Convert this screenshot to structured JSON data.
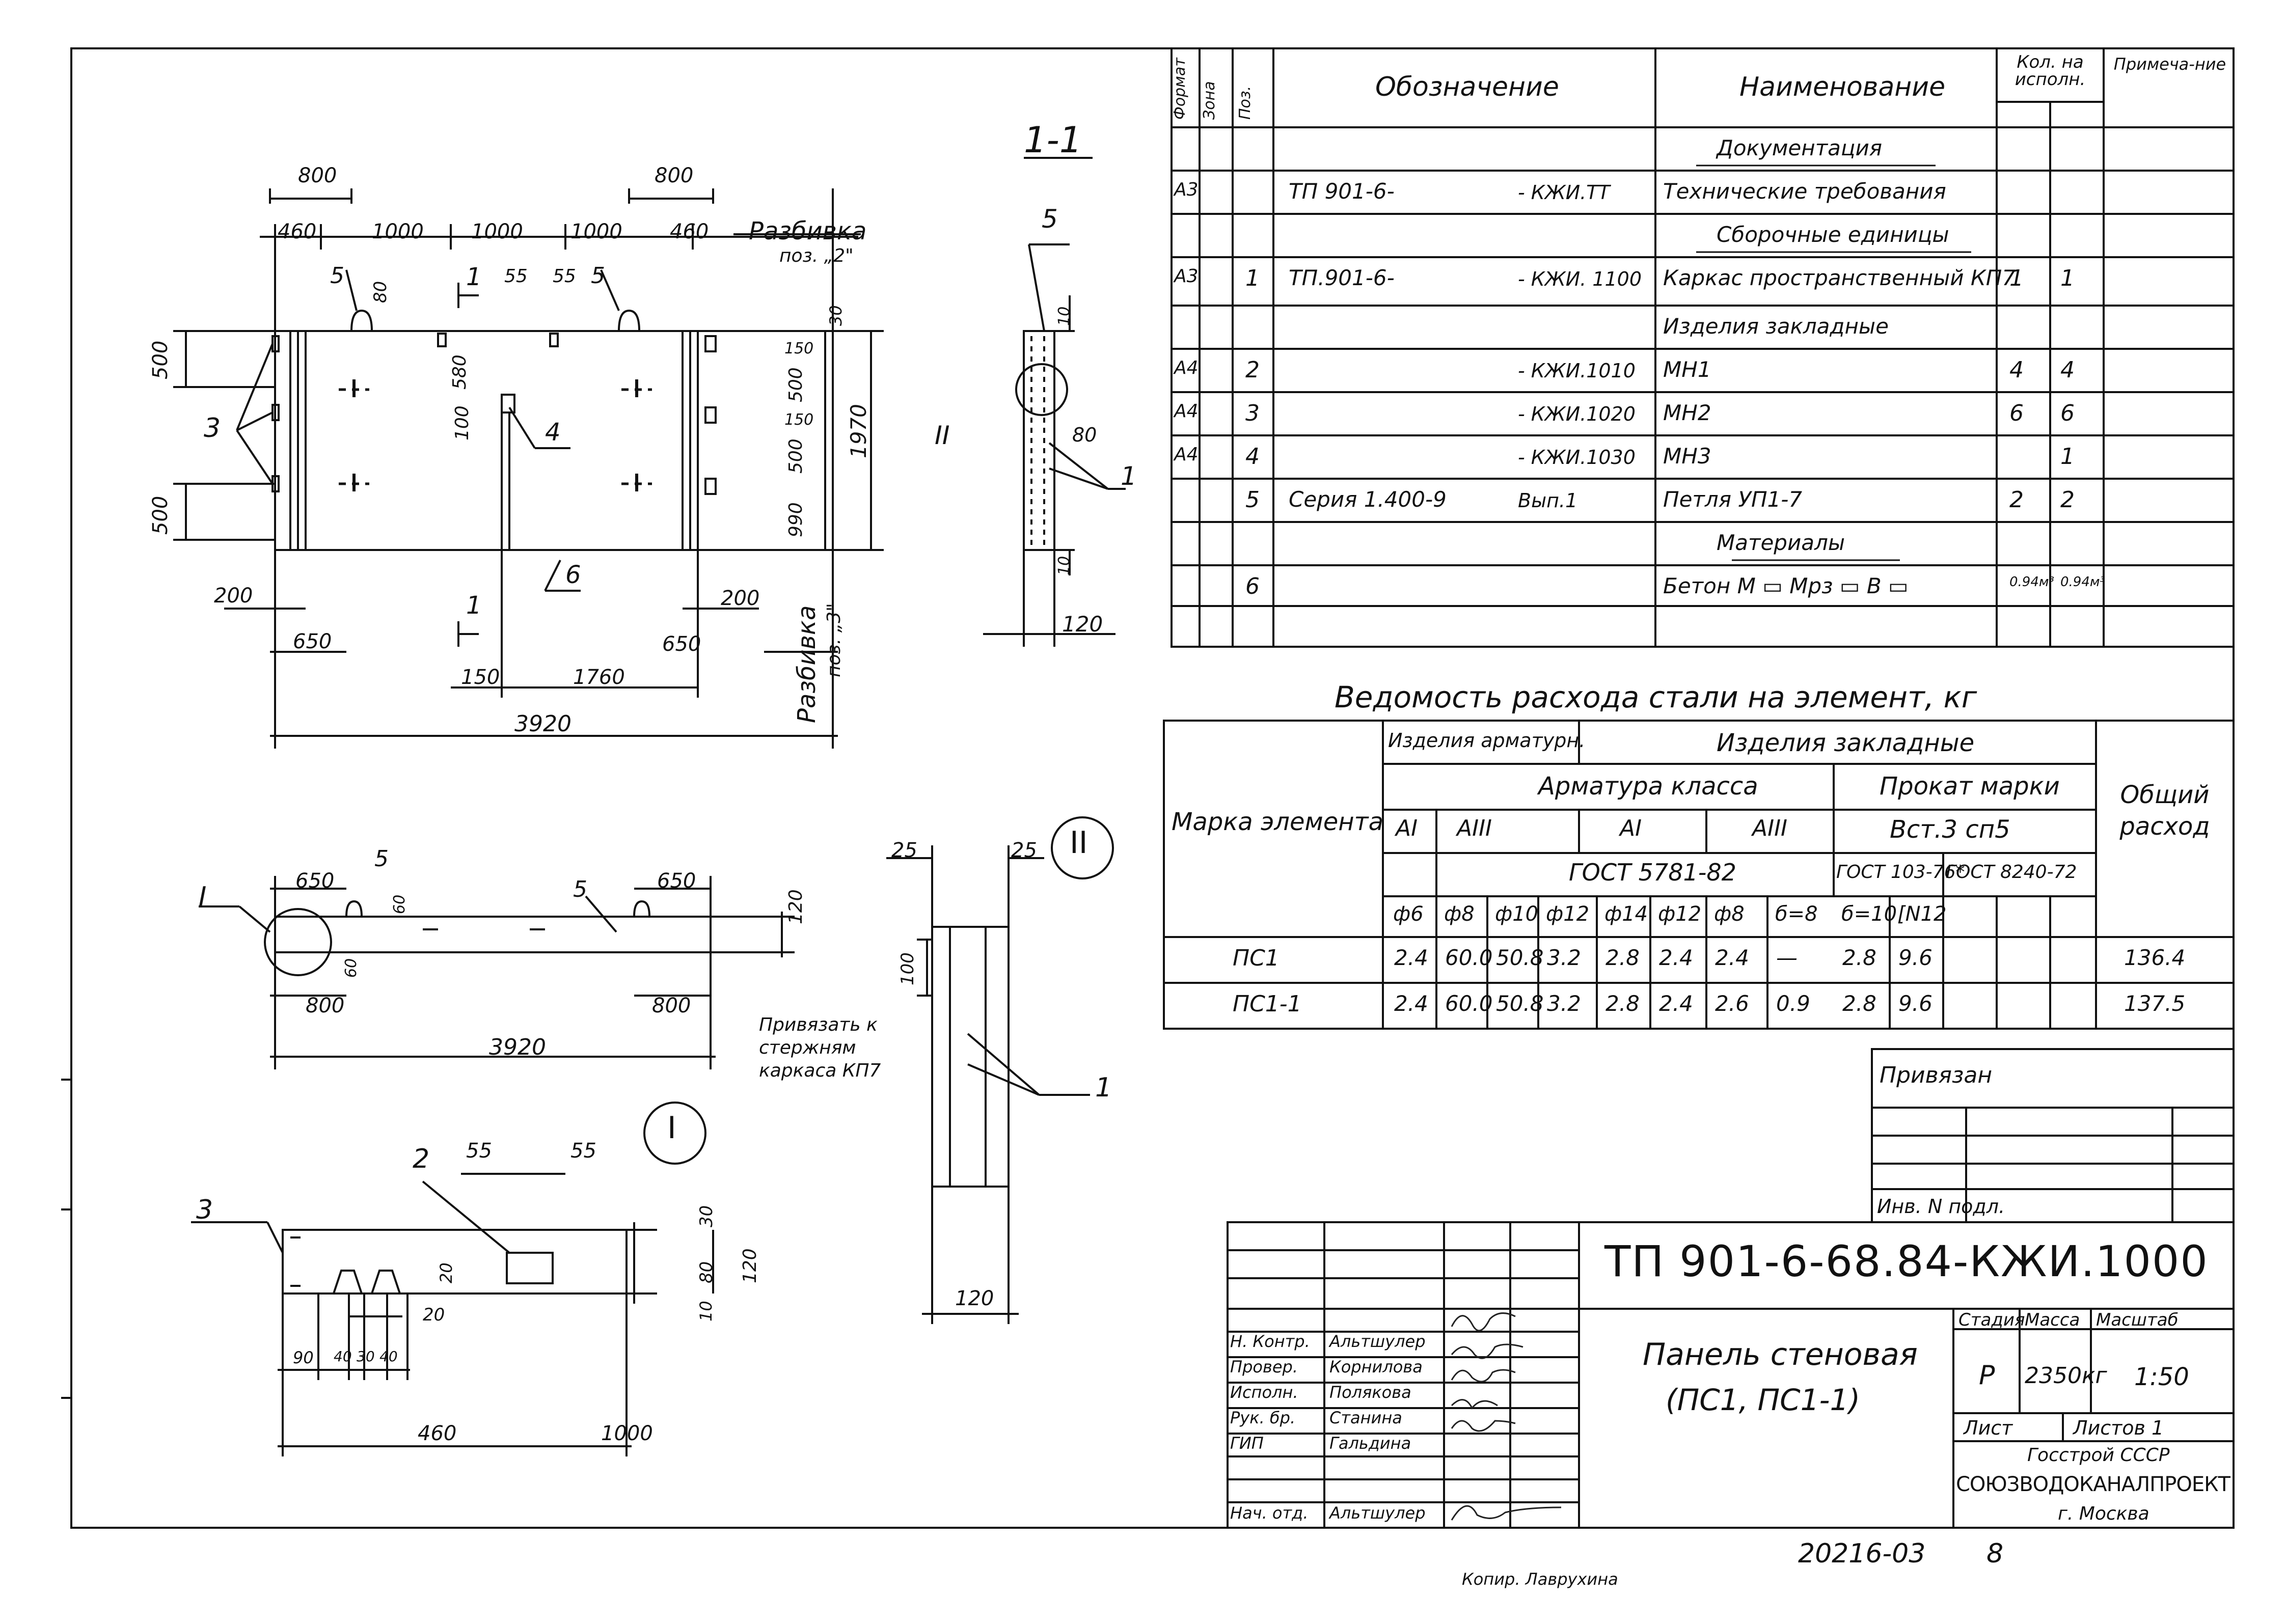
{
  "spec": {
    "headers": {
      "format": "Формат",
      "zone": "Зона",
      "pos": "Поз.",
      "designation": "Обозначение",
      "name": "Наименование",
      "qty": "Кол. на исполн.",
      "note": "Примеча-ние"
    },
    "rows": [
      {
        "format": "",
        "pos": "",
        "designation": "",
        "designation_suffix": "",
        "name": "Документация",
        "q1": "",
        "q2": "",
        "section": true
      },
      {
        "format": "А3",
        "pos": "",
        "designation": "ТП 901-6-",
        "designation_suffix": "- КЖИ.ТТ",
        "name": "Технические требования",
        "q1": "",
        "q2": "",
        "section": false
      },
      {
        "format": "",
        "pos": "",
        "designation": "",
        "designation_suffix": "",
        "name": "Сборочные единицы",
        "q1": "",
        "q2": "",
        "section": true
      },
      {
        "format": "А3",
        "pos": "1",
        "designation": "ТП.901-6-",
        "designation_suffix": "- КЖИ. 1100",
        "name": "Каркас пространственный КП7",
        "q1": "1",
        "q2": "1",
        "section": false
      },
      {
        "format": "",
        "pos": "",
        "designation": "",
        "designation_suffix": "",
        "name": "Изделия закладные",
        "q1": "",
        "q2": "",
        "section": false
      },
      {
        "format": "А4",
        "pos": "2",
        "designation": "",
        "designation_suffix": "- КЖИ.1010",
        "name": "МН1",
        "q1": "4",
        "q2": "4",
        "section": false
      },
      {
        "format": "А4",
        "pos": "3",
        "designation": "",
        "designation_suffix": "- КЖИ.1020",
        "name": "МН2",
        "q1": "6",
        "q2": "6",
        "section": false
      },
      {
        "format": "А4",
        "pos": "4",
        "designation": "",
        "designation_suffix": "- КЖИ.1030",
        "name": "МН3",
        "q1": "",
        "q2": "1",
        "section": false
      },
      {
        "format": "",
        "pos": "5",
        "designation": "Серия 1.400-9",
        "designation_suffix": "Вып.1",
        "name": "Петля УП1-7",
        "q1": "2",
        "q2": "2",
        "section": false
      },
      {
        "format": "",
        "pos": "",
        "designation": "",
        "designation_suffix": "",
        "name": "Материалы",
        "q1": "",
        "q2": "",
        "section": true
      },
      {
        "format": "",
        "pos": "6",
        "designation": "",
        "designation_suffix": "",
        "name": "Бетон М ▭ Мрз ▭ В ▭",
        "q1": "0.94м³",
        "q2": "0.94м³",
        "section": false
      }
    ]
  },
  "steel": {
    "title": "Ведомость расхода стали на элемент, кг",
    "mark_header": "Марка элемента",
    "group1": "Изделия арматурн.",
    "group2": "Изделия закладные",
    "total_header": "Общий расход",
    "armatura_class": "Арматура класса",
    "prokat": "Прокат марки",
    "prokat_mark": "Вст.3 сп5",
    "classes": [
      "АI",
      "АIII",
      "АI",
      "АIII"
    ],
    "gost1": "ГОСТ 5781-82",
    "gost2": "ГОСТ 103-76*",
    "gost3": "ГОСТ 8240-72",
    "diams": [
      "ф6",
      "ф8",
      "ф10",
      "ф12",
      "ф14",
      "ф12",
      "ф8",
      "б=8",
      "б=10",
      "[N12",
      ""
    ],
    "rows": [
      {
        "mark": "ПС1",
        "vals": [
          "2.4",
          "60.0",
          "50.8",
          "3.2",
          "2.8",
          "2.4",
          "2.4",
          "—",
          "2.8",
          "9.6",
          ""
        ],
        "total": "136.4"
      },
      {
        "mark": "ПС1-1",
        "vals": [
          "2.4",
          "60.0",
          "50.8",
          "3.2",
          "2.8",
          "2.4",
          "2.6",
          "0.9",
          "2.8",
          "9.6",
          ""
        ],
        "total": "137.5"
      }
    ]
  },
  "privyazan": {
    "label": "Привязан",
    "inv": "Инв. N подл."
  },
  "stamp": {
    "code": "ТП 901-6-68.84-КЖИ.1000",
    "title_line1": "Панель стеновая",
    "title_line2": "(ПС1, ПС1-1)",
    "stage_h": "Стадия",
    "mass_h": "Масса",
    "scale_h": "Масштаб",
    "stage": "Р",
    "mass": "2350кг",
    "scale": "1:50",
    "sheet_h": "Лист",
    "sheets_h": "Листов 1",
    "org1": "Госстрой СССР",
    "org2": "СОЮЗВОДОКАНАЛПРОЕКТ",
    "org3": "г. Москва",
    "people": [
      {
        "role": "Н. Контр.",
        "name": "Альтшулер"
      },
      {
        "role": "Провер.",
        "name": "Корнилова"
      },
      {
        "role": "Исполн.",
        "name": "Полякова"
      },
      {
        "role": "Рук. бр.",
        "name": "Станина"
      },
      {
        "role": "ГИП",
        "name": "Гальдина"
      },
      {
        "role": "Нач. отд.",
        "name": "Альтшулер"
      }
    ]
  },
  "footer": {
    "number": "20216-03",
    "sheet": "8",
    "copier": "Копир. Лаврухина"
  },
  "drawing": {
    "section_label": "1-1",
    "dims_top": [
      "800",
      "800",
      "460",
      "1000",
      "1000",
      "1000",
      "460"
    ],
    "razbivka2": "Разбивка",
    "razbivka2_sub": "поз. „2\"",
    "razbivka3": "Разбивка",
    "razbivka3_sub": "поз. „3\"",
    "dims_misc": [
      "5",
      "80",
      "55",
      "55",
      "5",
      "30",
      "500",
      "500",
      "580",
      "100",
      "4",
      "150",
      "500",
      "150",
      "500",
      "990",
      "1970",
      "3",
      "6",
      "200",
      "200",
      "650",
      "650",
      "150",
      "1760",
      "3920",
      "II",
      "10",
      "80",
      "10",
      "120",
      "1",
      "5"
    ],
    "cut1": "1",
    "plan_dims": [
      "650",
      "5",
      "60",
      "60",
      "5",
      "650",
      "120",
      "800",
      "800",
      "3920",
      "I"
    ],
    "node2_dims": [
      "25",
      "25",
      "100",
      "120",
      "1"
    ],
    "node2_note": "Привязать к стержням каркаса КП7",
    "node1_dims": [
      "2",
      "55",
      "55",
      "3",
      "20",
      "30",
      "80",
      "120",
      "20",
      "10",
      "90",
      "40",
      "30",
      "40",
      "460",
      "1000"
    ],
    "node_I": "I",
    "node_II": "II"
  }
}
